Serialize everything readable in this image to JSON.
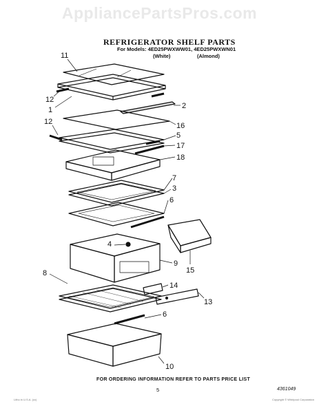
{
  "watermark": "AppliancePartsPros.com",
  "header": {
    "title": "REFRIGERATOR SHELF PARTS",
    "models": "For Models: 4ED25PWXWW01, 4ED25PWXWN01",
    "color_white": "(White)",
    "color_almond": "(Almond)"
  },
  "callouts": [
    "11",
    "12",
    "1",
    "2",
    "12",
    "16",
    "5",
    "17",
    "18",
    "7",
    "3",
    "6",
    "4",
    "9",
    "15",
    "8",
    "14",
    "13",
    "6",
    "10"
  ],
  "footer": {
    "ordering_note": "FOR ORDERING INFORMATION REFER TO PARTS PRICE LIST",
    "page_number": "5",
    "document_number": "4361049"
  },
  "fine_print": {
    "left": "Litho in U.S.A. (cc)",
    "right": "Copyright © Whirlpool Corporation"
  },
  "colors": {
    "line": "#111111",
    "watermark": "#e9e9e9",
    "background": "#ffffff"
  }
}
